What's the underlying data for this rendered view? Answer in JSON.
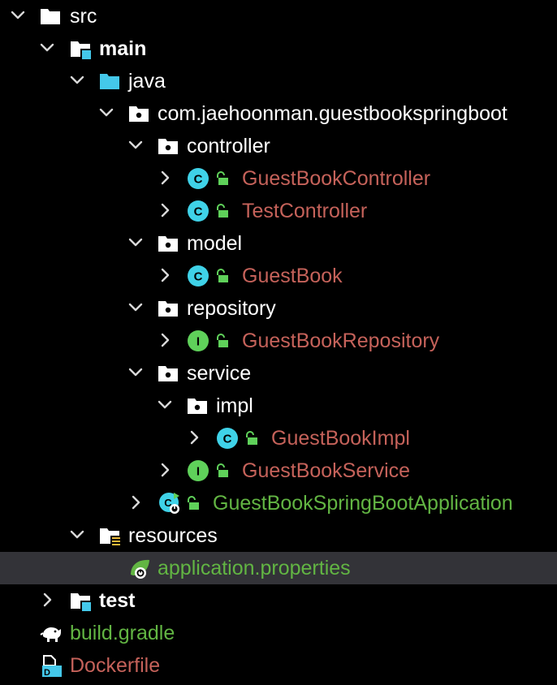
{
  "project_tree": {
    "src": "src",
    "main": "main",
    "java": "java",
    "package": "com.jaehoonman.guestbookspringboot",
    "controller": "controller",
    "guest_book_controller": "GuestBookController",
    "test_controller": "TestController",
    "model": "model",
    "guest_book": "GuestBook",
    "repository": "repository",
    "guest_book_repository": "GuestBookRepository",
    "service": "service",
    "impl": "impl",
    "guest_book_impl": "GuestBookImpl",
    "guest_book_service": "GuestBookService",
    "application_class": "GuestBookSpringBootApplication",
    "resources": "resources",
    "application_properties": "application.properties",
    "test": "test",
    "build_gradle": "build.gradle",
    "dockerfile": "Dockerfile"
  },
  "colors": {
    "background": "#000000",
    "selected_row": "#333338",
    "class_icon": "#3fd2e8",
    "interface_icon": "#5fd15a",
    "lock": "#5fd15a",
    "unversioned_red": "#c5625a",
    "added_green": "#62b543"
  },
  "icons": {
    "class": "class-c-icon",
    "interface": "interface-i-icon",
    "folder": "folder-icon",
    "package": "package-icon",
    "source_root": "source-root-icon",
    "resource_root": "resource-root-icon",
    "spring_boot": "spring-boot-icon",
    "gradle": "gradle-elephant-icon",
    "docker": "dockerfile-icon"
  }
}
